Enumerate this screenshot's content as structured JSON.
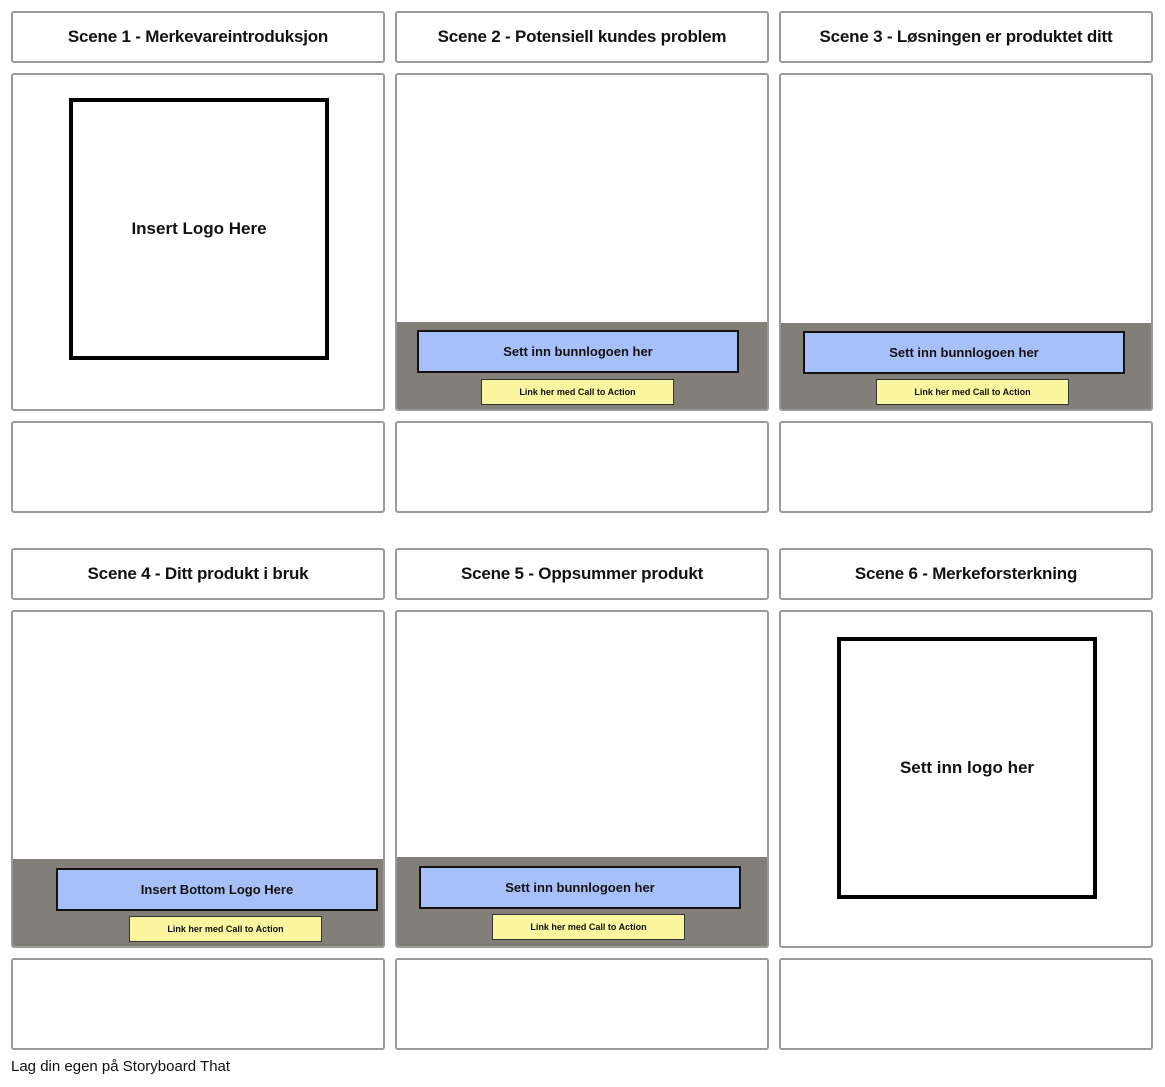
{
  "scenes": [
    {
      "title": "Scene 1 - Merkevareintroduksjon",
      "logo_text": "Insert Logo Here"
    },
    {
      "title": "Scene 2 - Potensiell kundes problem",
      "bottom_logo_text": "Sett inn bunnlogoen her",
      "cta_text": "Link her med Call to Action"
    },
    {
      "title": "Scene 3 - Løsningen er produktet ditt",
      "bottom_logo_text": "Sett inn bunnlogoen her",
      "cta_text": "Link her med Call to Action"
    },
    {
      "title": "Scene 4 - Ditt produkt i bruk",
      "bottom_logo_text": "Insert Bottom Logo Here",
      "cta_text": "Link her med Call to Action"
    },
    {
      "title": "Scene 5 - Oppsummer produkt",
      "bottom_logo_text": "Sett inn bunnlogoen her",
      "cta_text": "Link her med Call to Action"
    },
    {
      "title": "Scene 6 - Merkeforsterkning",
      "logo_text": "Sett inn logo her"
    }
  ],
  "footer": {
    "text": "Lag din egen på Storyboard That"
  },
  "colors": {
    "bottom_bar": "#817f77",
    "bottom_logo": "#a8c0fa",
    "cta": "#fcf5a0",
    "border": "#9a9a9a"
  }
}
